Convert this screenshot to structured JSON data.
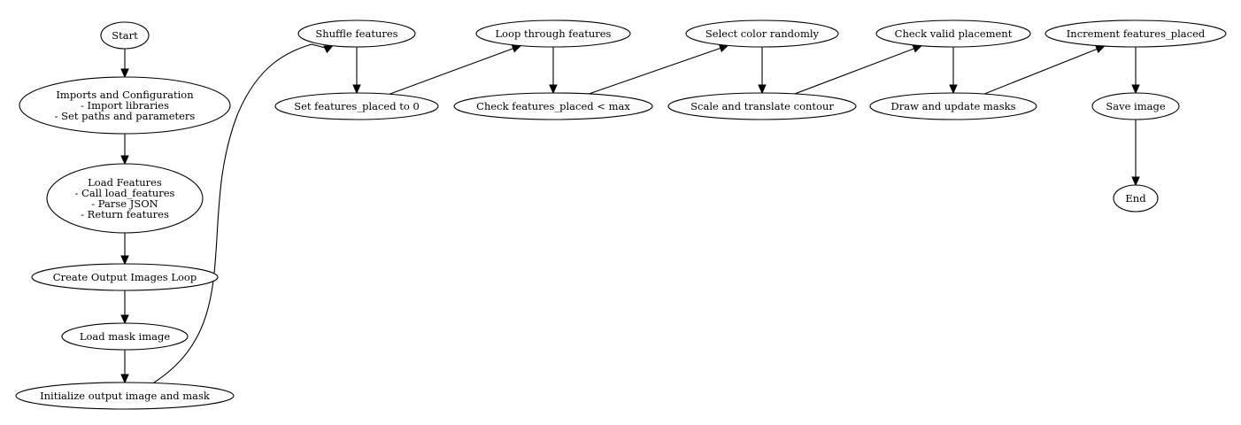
{
  "nodes": {
    "start": {
      "lines": [
        "Start"
      ]
    },
    "imports": {
      "lines": [
        "Imports and Configuration",
        "- Import libraries",
        "- Set paths and parameters"
      ]
    },
    "load_features": {
      "lines": [
        "Load Features",
        "- Call load_features",
        "- Parse JSON",
        "- Return features"
      ]
    },
    "create_output_loop": {
      "lines": [
        "Create Output Images Loop"
      ]
    },
    "load_mask": {
      "lines": [
        "Load mask image"
      ]
    },
    "init_output": {
      "lines": [
        "Initialize output image and mask"
      ]
    },
    "shuffle": {
      "lines": [
        "Shuffle features"
      ]
    },
    "set_placed": {
      "lines": [
        "Set features_placed to 0"
      ]
    },
    "loop_features": {
      "lines": [
        "Loop through features"
      ]
    },
    "check_placed": {
      "lines": [
        "Check features_placed < max"
      ]
    },
    "select_color": {
      "lines": [
        "Select color randomly"
      ]
    },
    "scale_translate": {
      "lines": [
        "Scale and translate contour"
      ]
    },
    "check_valid": {
      "lines": [
        "Check valid placement"
      ]
    },
    "draw_update": {
      "lines": [
        "Draw and update masks"
      ]
    },
    "increment": {
      "lines": [
        "Increment features_placed"
      ]
    },
    "save_image": {
      "lines": [
        "Save image"
      ]
    },
    "end": {
      "lines": [
        "End"
      ]
    }
  },
  "edges": [
    {
      "from": "start",
      "to": "imports"
    },
    {
      "from": "imports",
      "to": "load_features"
    },
    {
      "from": "load_features",
      "to": "create_output_loop"
    },
    {
      "from": "create_output_loop",
      "to": "load_mask"
    },
    {
      "from": "load_mask",
      "to": "init_output"
    },
    {
      "from": "init_output",
      "to": "shuffle"
    },
    {
      "from": "shuffle",
      "to": "set_placed"
    },
    {
      "from": "set_placed",
      "to": "loop_features"
    },
    {
      "from": "loop_features",
      "to": "check_placed"
    },
    {
      "from": "check_placed",
      "to": "select_color"
    },
    {
      "from": "select_color",
      "to": "scale_translate"
    },
    {
      "from": "scale_translate",
      "to": "check_valid"
    },
    {
      "from": "check_valid",
      "to": "draw_update"
    },
    {
      "from": "draw_update",
      "to": "increment"
    },
    {
      "from": "increment",
      "to": "save_image"
    },
    {
      "from": "save_image",
      "to": "end"
    }
  ]
}
